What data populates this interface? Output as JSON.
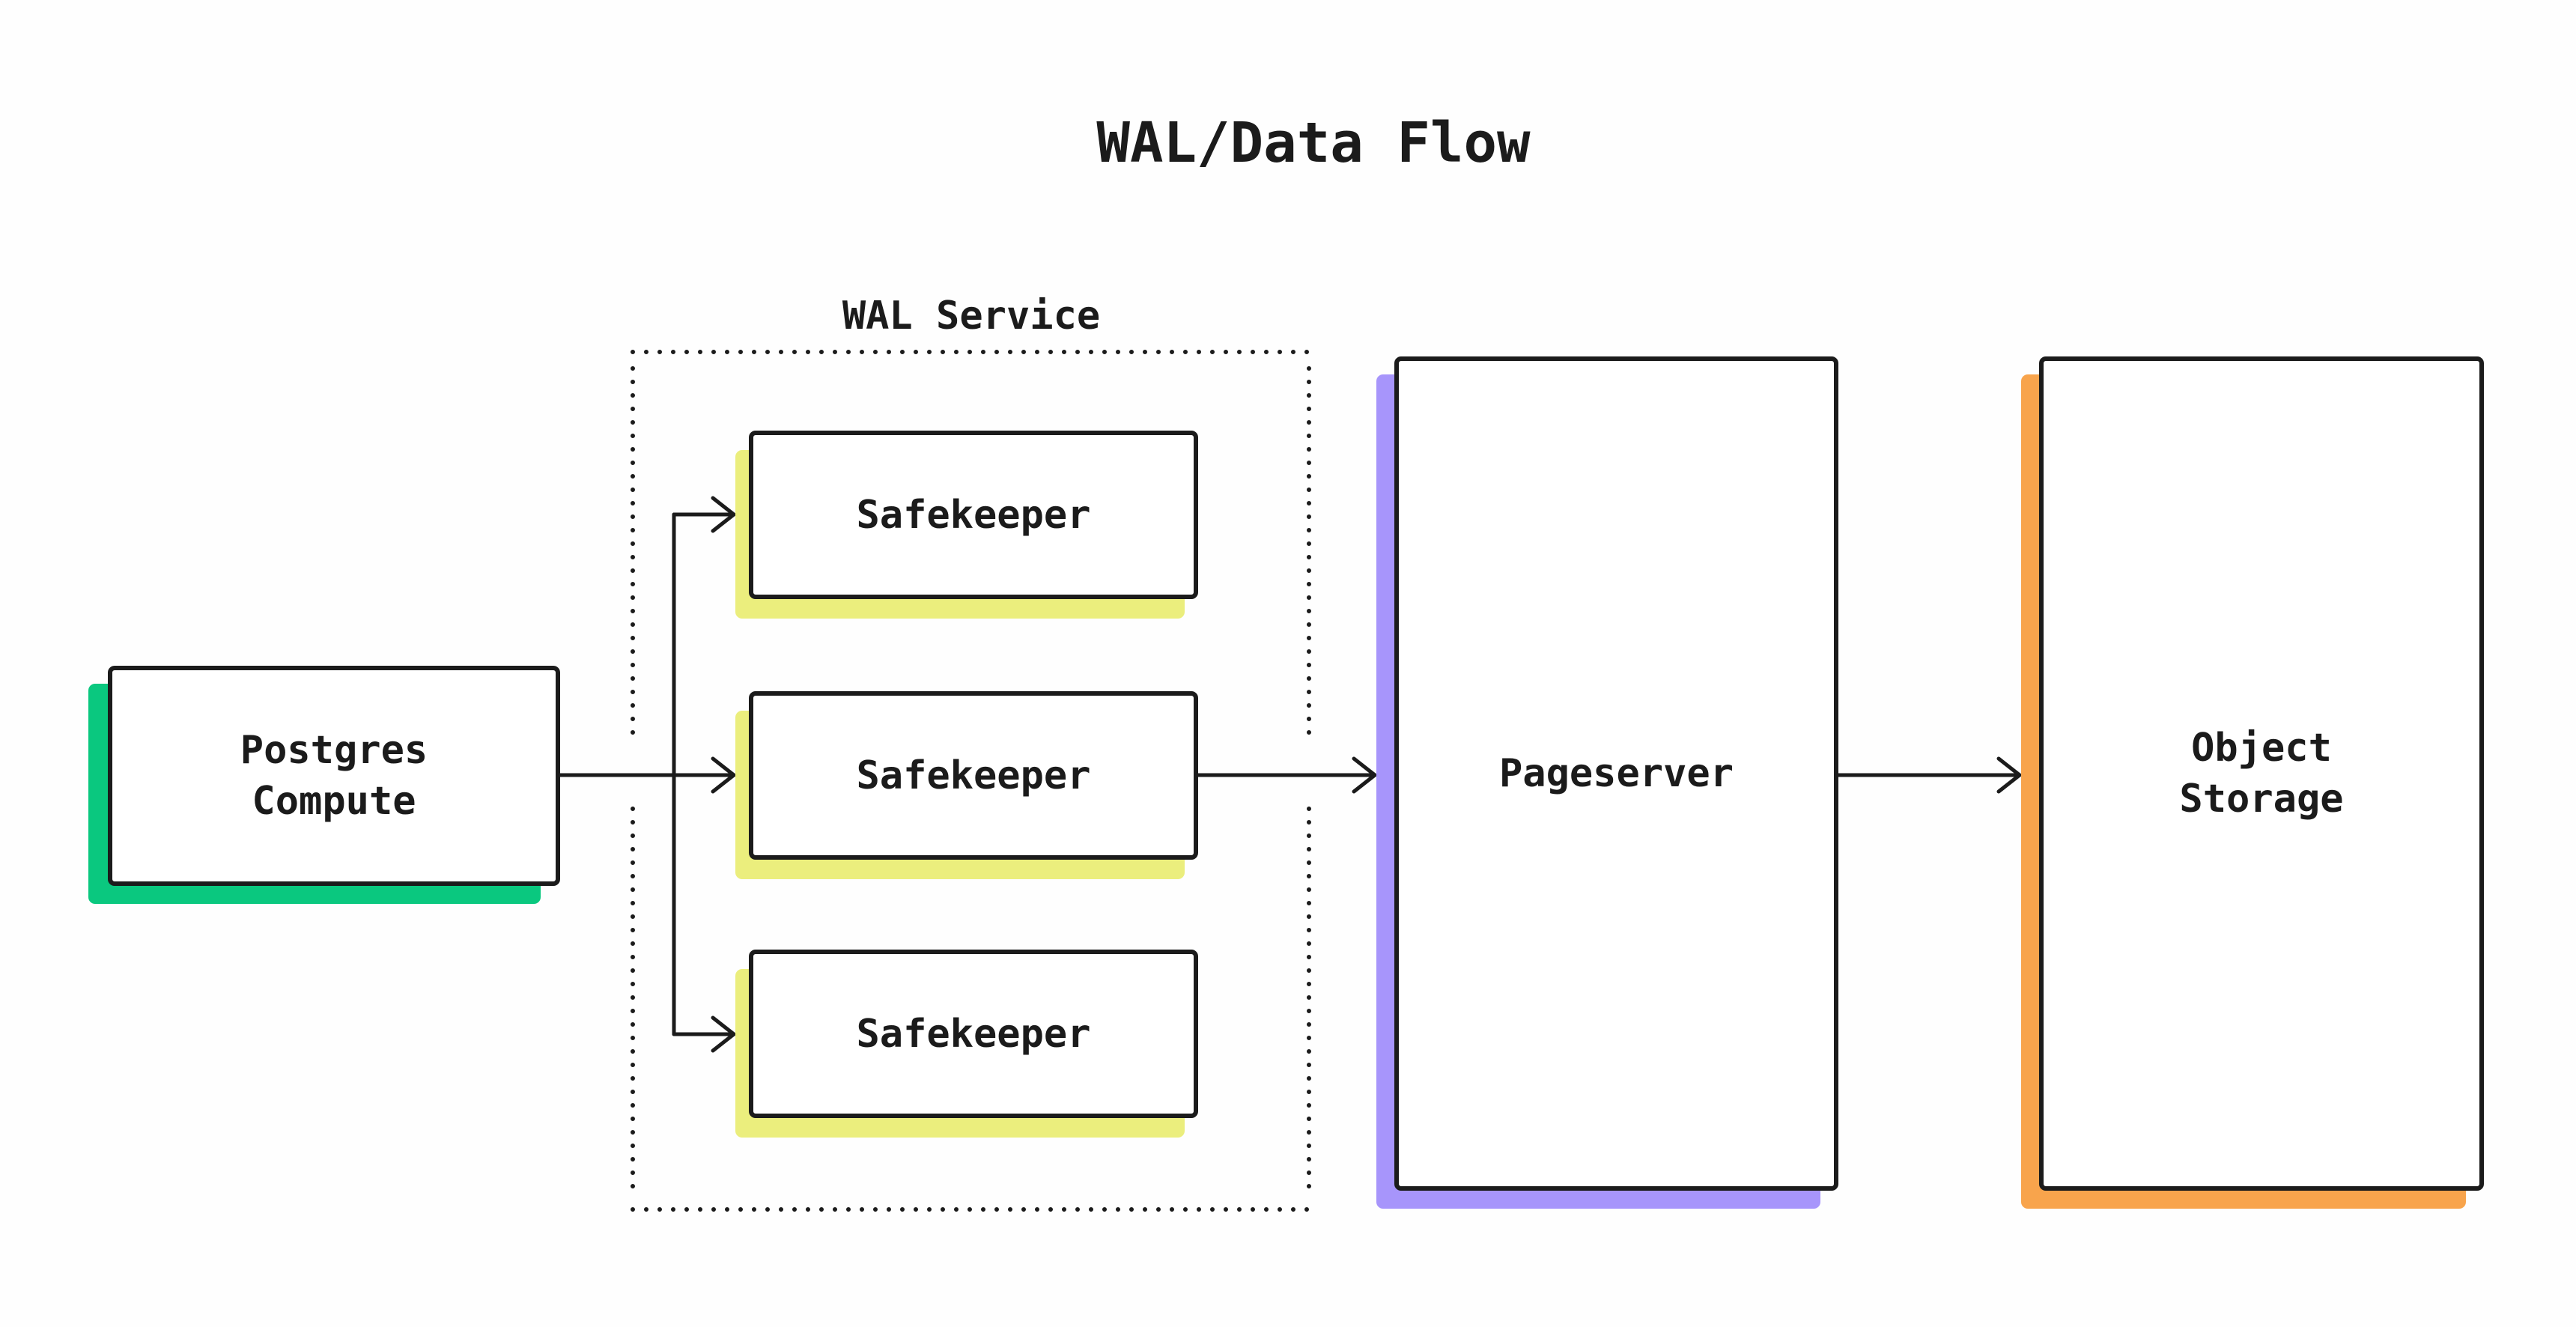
{
  "title": "WAL/Data Flow",
  "colors": {
    "ink": "#1b1b1b",
    "paper": "#fefefe",
    "postgres_accent": "#0ac87f",
    "safekeeper_accent": "#ebee7d",
    "pageserver_accent": "#a795fb",
    "object_storage_accent": "#f8a44c"
  },
  "nodes": {
    "postgres_compute": {
      "line1": "Postgres",
      "line2": "Compute"
    },
    "wal_service": {
      "label": "WAL Service"
    },
    "safekeeper_1": {
      "label": "Safekeeper"
    },
    "safekeeper_2": {
      "label": "Safekeeper"
    },
    "safekeeper_3": {
      "label": "Safekeeper"
    },
    "pageserver": {
      "label": "Pageserver"
    },
    "object_storage": {
      "line1": "Object",
      "line2": "Storage"
    }
  }
}
